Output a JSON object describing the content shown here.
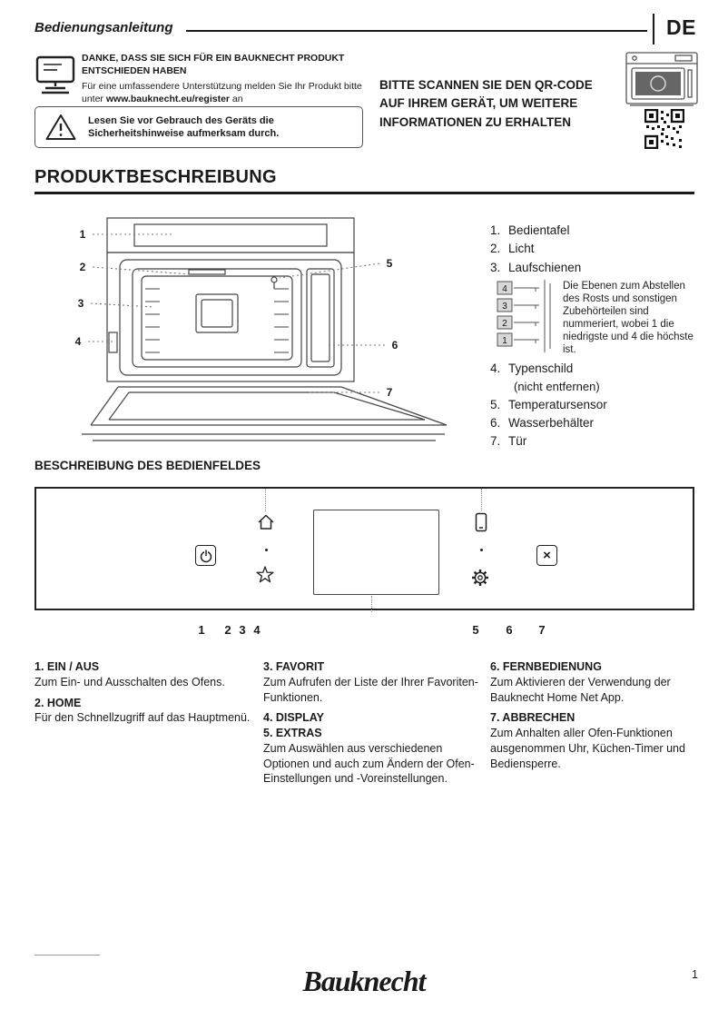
{
  "header": {
    "doc_title": "Bedienungsanleitung",
    "lang_code": "DE"
  },
  "intro": {
    "thanks_title": "DANKE, DASS SIE SICH FÜR EIN BAUKNECHT PRODUKT ENTSCHIEDEN HABEN",
    "register_prefix": "Für eine umfassendere Unterstützung melden Sie Ihr Produkt bitte unter ",
    "register_url": "www.bauknecht.eu/register",
    "register_suffix": " an",
    "safety_note_line1": "Lesen Sie vor Gebrauch des Geräts die",
    "safety_note_line2": "Sicherheitshinweise aufmerksam durch.",
    "qr_line1": "BITTE SCANNEN SIE DEN QR-CODE",
    "qr_line2": "AUF IHREM GERÄT, UM WEITERE",
    "qr_line3": "INFORMATIONEN ZU ERHALTEN"
  },
  "product": {
    "section_title": "PRODUKTBESCHREIBUNG",
    "callouts": [
      "1",
      "2",
      "3",
      "4",
      "5",
      "6",
      "7"
    ],
    "parts": [
      {
        "num": "1.",
        "label": "Bedientafel"
      },
      {
        "num": "2.",
        "label": "Licht"
      },
      {
        "num": "3.",
        "label": "Laufschienen"
      },
      {
        "num": "4.",
        "label": "Typenschild"
      },
      {
        "num": "5.",
        "label": "Temperatursensor"
      },
      {
        "num": "6.",
        "label": "Wasserbehälter"
      },
      {
        "num": "7.",
        "label": "Tür"
      }
    ],
    "typenschild_note": "(nicht entfernen)",
    "shelf_levels": [
      "4",
      "3",
      "2",
      "1"
    ],
    "shelf_note": "Die Ebenen zum Abstellen des Rosts und sonstigen Zubehörteilen sind nummeriert, wobei 1 die niedrigste und 4 die höchste ist."
  },
  "panel": {
    "section_title": "BESCHREIBUNG DES BEDIENFELDES",
    "numbers": [
      "1",
      "2",
      "3",
      "4",
      "5",
      "6",
      "7"
    ]
  },
  "icons": {
    "names": [
      "power-icon",
      "home-icon",
      "star-icon",
      "display-screen",
      "remote-icon",
      "gear-icon",
      "x-icon",
      "monitor-icon",
      "warning-triangle-icon",
      "qr-code",
      "oven-illustration"
    ],
    "cancel_glyph": "×"
  },
  "colors": {
    "text": "#1a1a1a",
    "line_art": "#444444",
    "shelf_fill": "#d8d8d8"
  },
  "controls": {
    "col1": [
      {
        "title": "1. EIN / AUS",
        "body": "Zum Ein- und Ausschalten des Ofens."
      },
      {
        "title": "2. HOME",
        "body": "Für den Schnellzugriff auf das Hauptmenü."
      }
    ],
    "col2": [
      {
        "title": "3. FAVORIT",
        "body": "Zum Aufrufen der Liste der Ihrer Favoriten-Funktionen."
      },
      {
        "title": "4. DISPLAY"
      },
      {
        "title": "5. EXTRAS",
        "body": "Zum Auswählen aus verschiedenen Optionen und auch zum Ändern der Ofen-Einstellungen und -Voreinstellungen."
      }
    ],
    "col3": [
      {
        "title": "6. FERNBEDIENUNG",
        "body": "Zum Aktivieren der Verwendung der Bauknecht Home Net App."
      },
      {
        "title": "7. ABBRECHEN",
        "body": "Zum Anhalten aller Ofen-Funktionen ausgenommen Uhr, Küchen-Timer und Bediensperre."
      }
    ]
  },
  "footer": {
    "brand": "Bauknecht",
    "page_number": "1"
  }
}
